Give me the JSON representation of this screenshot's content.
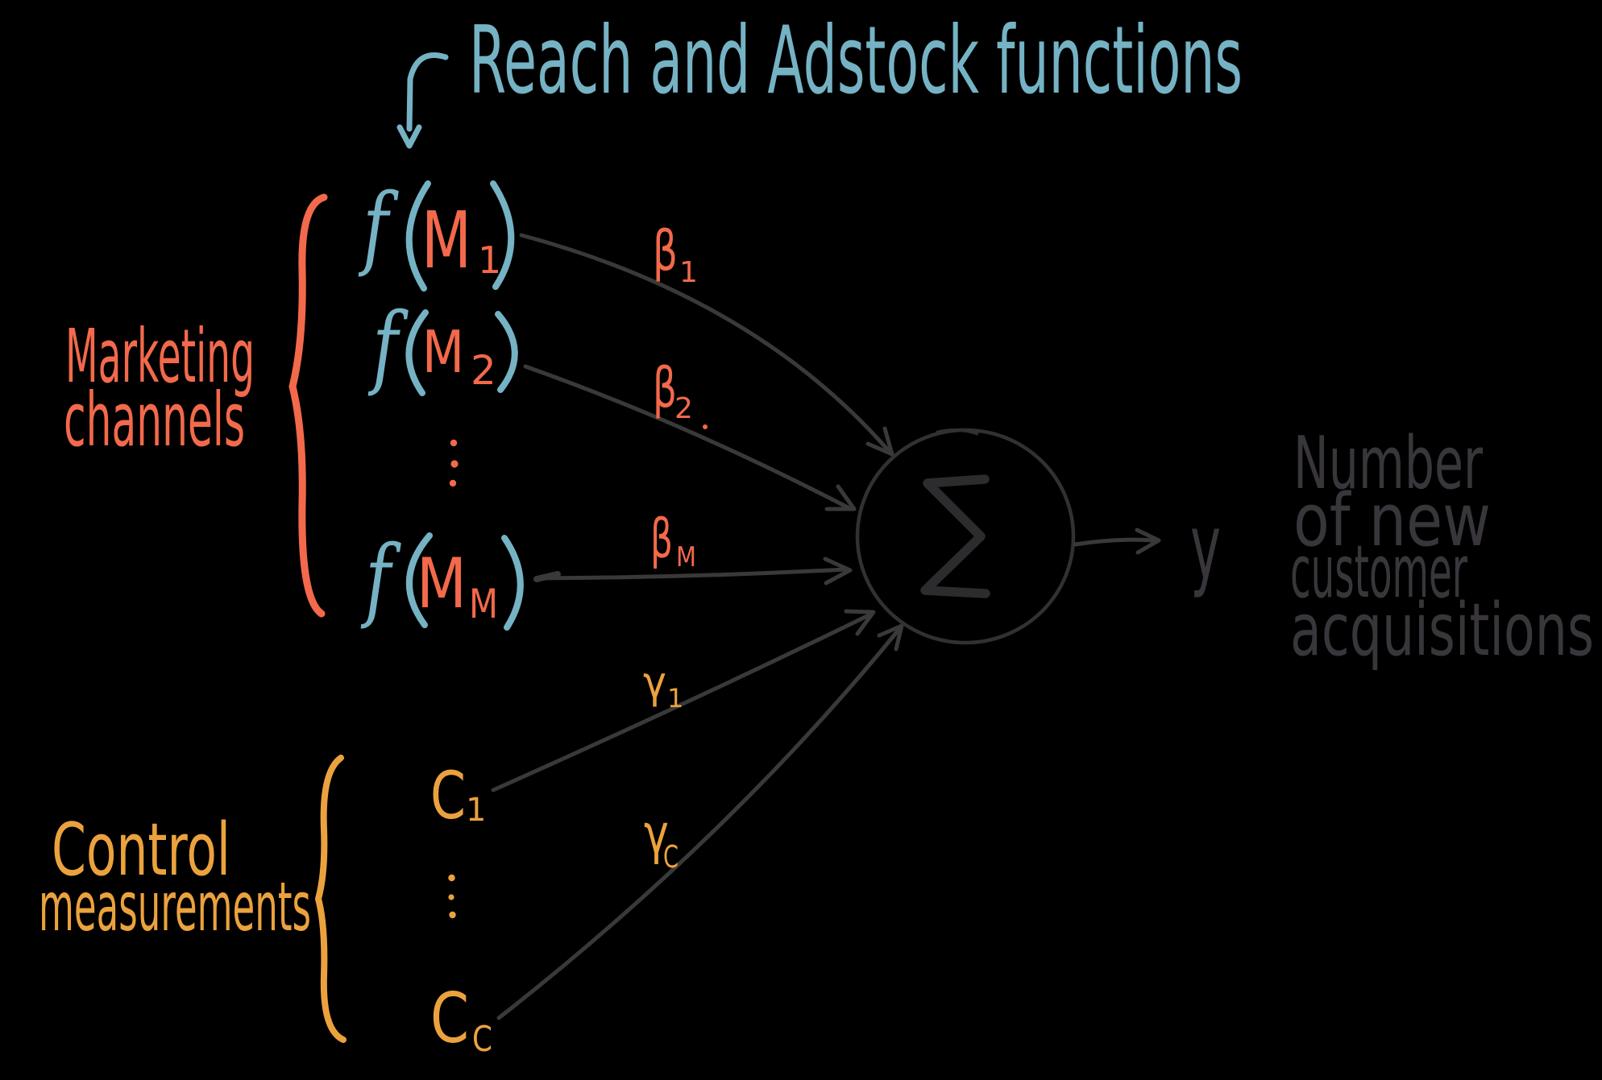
{
  "palette": {
    "background": "#000000",
    "teal": "#75B2C4",
    "red": "#F3694B",
    "orange": "#EBA23E",
    "ink_arrow": "#3A3939",
    "ink_text": "#39363B",
    "ink_circle": "#323033",
    "ink_sigma": "#2C2B2D"
  },
  "title": {
    "text": "Reach and Adstock functions"
  },
  "marketing_group": {
    "label": {
      "line1": "Marketing",
      "line2": "channels"
    },
    "items": [
      {
        "func": "f",
        "open_paren": "(",
        "var": "M",
        "sub": "1",
        "close_paren": ")"
      },
      {
        "func": "f",
        "open_paren": "(",
        "var": "M",
        "sub": "2",
        "close_paren": ")"
      },
      {
        "func": "f",
        "open_paren": "(",
        "var": "M",
        "sub": "M",
        "close_paren": ")"
      }
    ],
    "ellipsis": "⋮"
  },
  "control_group": {
    "label": {
      "line1": "Control",
      "line2": "measurements"
    },
    "items": [
      {
        "var": "C",
        "sub": "1"
      },
      {
        "var": "C",
        "sub": "C"
      }
    ],
    "ellipsis": "⋮"
  },
  "weights": {
    "beta1": {
      "symbol": "β",
      "sub": "1"
    },
    "beta2": {
      "symbol": "β",
      "sub": "2"
    },
    "betaM": {
      "symbol": "β",
      "sub": "M"
    },
    "gamma1": {
      "symbol": "γ",
      "sub": "1"
    },
    "gammaC": {
      "symbol": "γ",
      "sub": "C"
    }
  },
  "sum_node": {
    "symbol": "Σ"
  },
  "output": {
    "symbol": "y",
    "label": {
      "line1": "Number",
      "line2": "of new",
      "line3": "customer",
      "line4": "acquisitions"
    }
  }
}
